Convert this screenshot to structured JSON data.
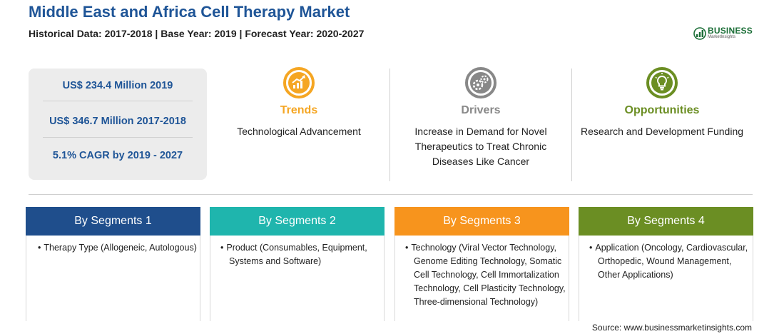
{
  "header": {
    "title": "Middle East and Africa Cell Therapy Market",
    "subtitle": "Historical Data: 2017-2018 | Base Year: 2019 | Forecast Year: 2020-2027",
    "logo_name": "BUSINESS",
    "logo_sub": "MarketInsights"
  },
  "stats": [
    "US$ 234.4 Million 2019",
    "US$ 346.7 Million 2017-2018",
    "5.1% CAGR by 2019 - 2027"
  ],
  "features": {
    "trends": {
      "heading": "Trends",
      "desc_lines": [
        "Technological Advancement"
      ],
      "color": "#f5a623",
      "icon": "growth-chart-icon"
    },
    "drivers": {
      "heading": "Drivers",
      "desc_lines": [
        "Increase in Demand for Novel",
        "Therapeutics to Treat Chronic",
        "Diseases Like Cancer"
      ],
      "color": "#888888",
      "icon": "gears-icon"
    },
    "opportunities": {
      "heading": "Opportunities",
      "desc_lines": [
        "Research and Development Funding"
      ],
      "color": "#6b8e23",
      "icon": "lightbulb-icon"
    }
  },
  "segments": [
    {
      "title": "By Segments 1",
      "color": "#1f4e8c",
      "lines": [
        "Therapy Type (Allogeneic, Autologous)"
      ]
    },
    {
      "title": "By Segments 2",
      "color": "#1fb5ad",
      "lines": [
        "Product (Consumables, Equipment,",
        "Systems and Software)"
      ]
    },
    {
      "title": "By Segments 3",
      "color": "#f7941d",
      "lines": [
        "Technology (Viral Vector Technology,",
        "Genome Editing Technology, Somatic",
        "Cell Technology, Cell Immortalization",
        "Technology, Cell Plasticity Technology,",
        "Three-dimensional Technology)"
      ]
    },
    {
      "title": "By Segments 4",
      "color": "#6b8e23",
      "lines": [
        "Application (Oncology, Cardiovascular,",
        "Orthopedic, Wound Management,",
        "Other Applications)"
      ]
    }
  ],
  "footer": {
    "source": "Source: www.businessmarketinsights.com"
  }
}
